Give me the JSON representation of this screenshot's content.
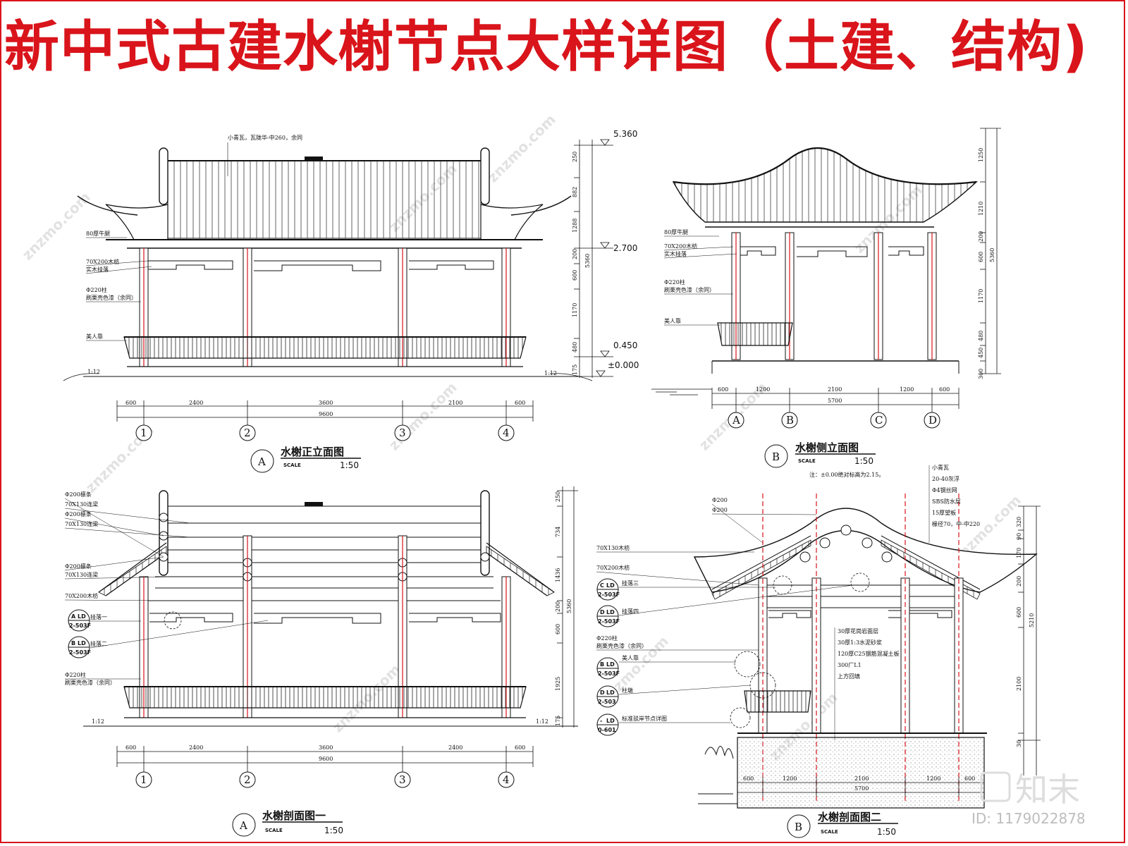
{
  "title": "新中式古建水榭节点大样详图（土建、结构)",
  "watermark": {
    "text": "znzmo.com",
    "logo": "知末",
    "id": "ID: 1179022878"
  },
  "colors": {
    "accent": "#d9141b",
    "line": "#111111",
    "column": "#c8102e",
    "dash": "#d9141b"
  },
  "views": {
    "front": {
      "label_letter": "A",
      "name": "水榭正立面图",
      "scale_label": "SCALE",
      "scale": "1:50",
      "top_note": "小青瓦，瓦陇华-中260，余同",
      "notes": [
        "80厚牛腿",
        "70X200木枋",
        "实木挂落",
        "Φ220柱",
        "刷栗壳色漆（余同）",
        "美人靠"
      ],
      "levels": [
        "5.360",
        "2.700",
        "0.450",
        "±0.000"
      ],
      "vdims": [
        "250",
        "882",
        "1288",
        "200",
        "600",
        "1170",
        "480",
        "175"
      ],
      "vtotal": "5360",
      "slope": "1:12",
      "hdims": [
        "600",
        "2400",
        "3600",
        "2100",
        "600"
      ],
      "htotal": "9600",
      "axes": [
        "1",
        "2",
        "3",
        "4"
      ]
    },
    "side": {
      "label_letter": "B",
      "name": "水榭侧立面图",
      "scale_label": "SCALE",
      "scale": "1:50",
      "footnote": "注：±0.00绝对标高为2.15。",
      "notes": [
        "80厚牛腿",
        "70X200木枋",
        "实木挂落",
        "Φ220柱",
        "刷栗壳色漆（余同）",
        "美人靠"
      ],
      "vdims": [
        "1250",
        "1210",
        "200",
        "600",
        "1170",
        "480",
        "450",
        "300"
      ],
      "vtotal": "5360",
      "hdims": [
        "600",
        "1200",
        "2100",
        "1200",
        "600"
      ],
      "htotal": "5700",
      "axes": [
        "A",
        "B",
        "C",
        "D"
      ]
    },
    "section1": {
      "label_letter": "A",
      "name": "水榭剖面图一",
      "scale_label": "SCALE",
      "scale": "1:50",
      "notes": [
        "Φ200檩条",
        "70X130连梁",
        "Φ200檩条",
        "70X130连梁",
        "Φ200檩条",
        "70X130连梁",
        "70X200木枋",
        "Φ220柱",
        "刷栗壳色漆（余同）"
      ],
      "tags": [
        {
          "top": "A",
          "ref": "LD",
          "code": "2-503F",
          "text": "挂落一"
        },
        {
          "top": "B",
          "ref": "LD",
          "code": "2-503F",
          "text": "挂落二"
        }
      ],
      "vdims": [
        "250",
        "734",
        "1436",
        "200",
        "600",
        "1925",
        "175"
      ],
      "vtotal": "5360",
      "slope": "1:12",
      "hdims": [
        "600",
        "2400",
        "3600",
        "2400",
        "600"
      ],
      "htotal": "9600",
      "axes": [
        "1",
        "2",
        "3",
        "4"
      ]
    },
    "section2": {
      "label_letter": "B",
      "name": "水榭剖面图二",
      "scale_label": "SCALE",
      "scale": "1:50",
      "roof_notes": [
        "小青瓦",
        "20-40灰浮",
        "Φ4钢丝网",
        "SBS防水层",
        "15厚望板",
        "椽径70，中-中220"
      ],
      "left_notes": [
        "Φ200",
        "Φ200",
        "70X130木枋",
        "70X200木枋",
        "Φ220柱",
        "刷栗壳色漆（余同）"
      ],
      "floor_notes": [
        "30厚花岗岩面层",
        "30厚1:3水泥砂浆",
        "120厚C25钢筋混凝土板",
        "300厂L1",
        "上方回填"
      ],
      "tags": [
        {
          "top": "C",
          "ref": "LD",
          "code": "2-503F",
          "text": "挂落三"
        },
        {
          "top": "D",
          "ref": "LD",
          "code": "2-503F",
          "text": "挂落四"
        },
        {
          "top": "B",
          "ref": "LD",
          "code": "2-503F",
          "text": "美人靠"
        },
        {
          "top": "D",
          "ref": "LD",
          "code": "2-503",
          "text": "柱墩"
        },
        {
          "top": "-",
          "ref": "LD",
          "code": "0-601",
          "text": "标准驳岸节点详图"
        }
      ],
      "vdims": [
        "320",
        "90",
        "170",
        "200",
        "600",
        "2100",
        "30"
      ],
      "vtotal": "5210",
      "hdims": [
        "600",
        "1200",
        "2100",
        "1200",
        "600"
      ],
      "htotal": "5700"
    }
  }
}
